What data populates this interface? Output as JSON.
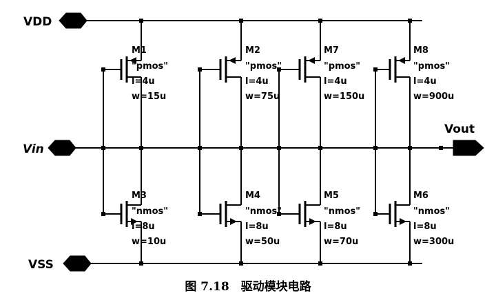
{
  "figure": {
    "caption": "图 7.18　驱动模块电路"
  },
  "ports": {
    "vdd": "VDD",
    "vin": "Vin",
    "vss": "VSS",
    "vout": "Vout"
  },
  "transistors": [
    {
      "name": "M1",
      "model": "\"pmos\"",
      "length": "l=4u",
      "width": "w=15u"
    },
    {
      "name": "M2",
      "model": "\"pmos\"",
      "length": "l=4u",
      "width": "w=75u"
    },
    {
      "name": "M7",
      "model": "\"pmos\"",
      "length": "l=4u",
      "width": "w=150u"
    },
    {
      "name": "M8",
      "model": "\"pmos\"",
      "length": "l=4u",
      "width": "w=900u"
    },
    {
      "name": "M3",
      "model": "\"nmos\"",
      "length": "l=8u",
      "width": "w=10u"
    },
    {
      "name": "M4",
      "model": "\"nmos\"",
      "length": "l=8u",
      "width": "w=50u"
    },
    {
      "name": "M5",
      "model": "\"nmos\"",
      "length": "l=8u",
      "width": "w=70u"
    },
    {
      "name": "M6",
      "model": "\"nmos\"",
      "length": "l=8u",
      "width": "w=300u"
    }
  ],
  "colors": {
    "wire": "#000000",
    "text": "#000000",
    "background": "#ffffff"
  }
}
